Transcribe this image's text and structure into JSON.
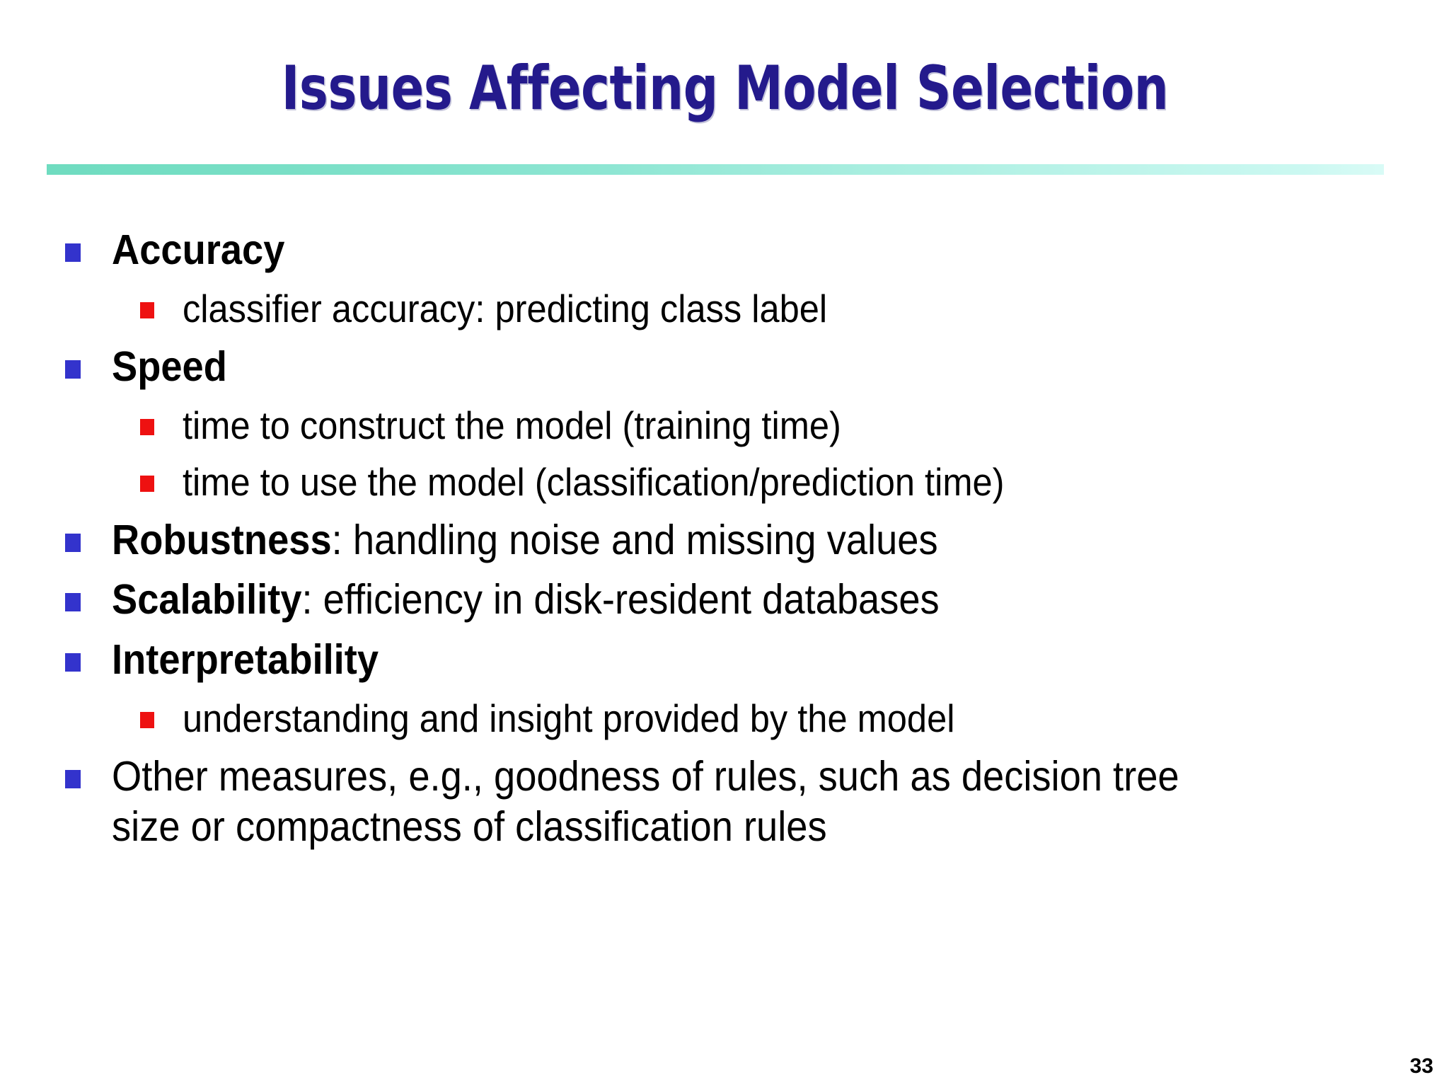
{
  "slide": {
    "title": "Issues Affecting Model Selection",
    "page_number": "33",
    "colors": {
      "title_text": "#241a8c",
      "divider_start": "#6fdcc0",
      "divider_end": "#d9fbf6",
      "level1_bullet": "#3333cc",
      "level2_bullet": "#ee1111",
      "body_text": "#000000",
      "background": "#ffffff"
    },
    "bullets": [
      {
        "level": 1,
        "bold_part": "Accuracy",
        "rest": ""
      },
      {
        "level": 2,
        "text": "classifier accuracy: predicting class label"
      },
      {
        "level": 1,
        "bold_part": "Speed",
        "rest": ""
      },
      {
        "level": 2,
        "text": "time to construct the model (training time)"
      },
      {
        "level": 2,
        "text": "time to use the model (classification/prediction time)"
      },
      {
        "level": 1,
        "bold_part": "Robustness",
        "rest": ": handling noise and missing values"
      },
      {
        "level": 1,
        "bold_part": "Scalability",
        "rest": ": efficiency in disk-resident databases"
      },
      {
        "level": 1,
        "bold_part": "Interpretability",
        "rest": ""
      },
      {
        "level": 2,
        "text": "understanding and insight provided by the model"
      },
      {
        "level": 1,
        "bold_part": "",
        "rest": "",
        "lines": [
          "Other measures, e.g., goodness of rules, such as decision tree",
          "size or compactness of classification rules"
        ]
      }
    ]
  }
}
